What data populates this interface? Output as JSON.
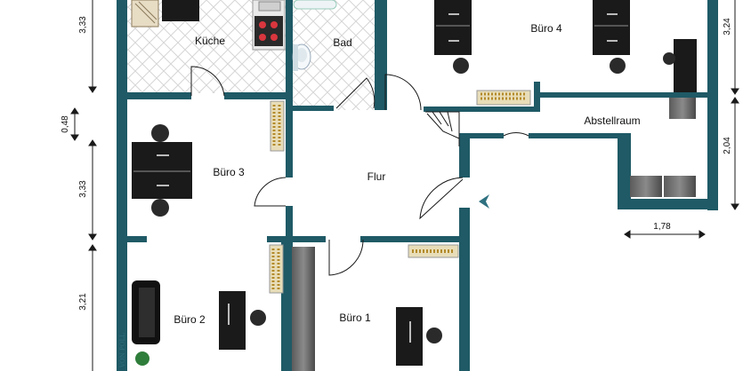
{
  "rooms": {
    "kueche": "Küche",
    "bad": "Bad",
    "buero4": "Büro 4",
    "abstellraum": "Abstellraum",
    "buero3": "Büro 3",
    "flur": "Flur",
    "buero2": "Büro 2",
    "buero1": "Büro 1"
  },
  "dimensions": {
    "d1": "3,33",
    "d2": "0,48",
    "d3": "3,33",
    "d4": "3,21",
    "d5": "3,24",
    "d6": "2,04",
    "d7": "1,78"
  },
  "watermark": "VON POLL",
  "colors": {
    "wall": "#1f5a66",
    "floor": "#ffffff",
    "tile": "#dcdcdc",
    "furniture": "#1a1a1a",
    "accent": "#2f7180"
  }
}
